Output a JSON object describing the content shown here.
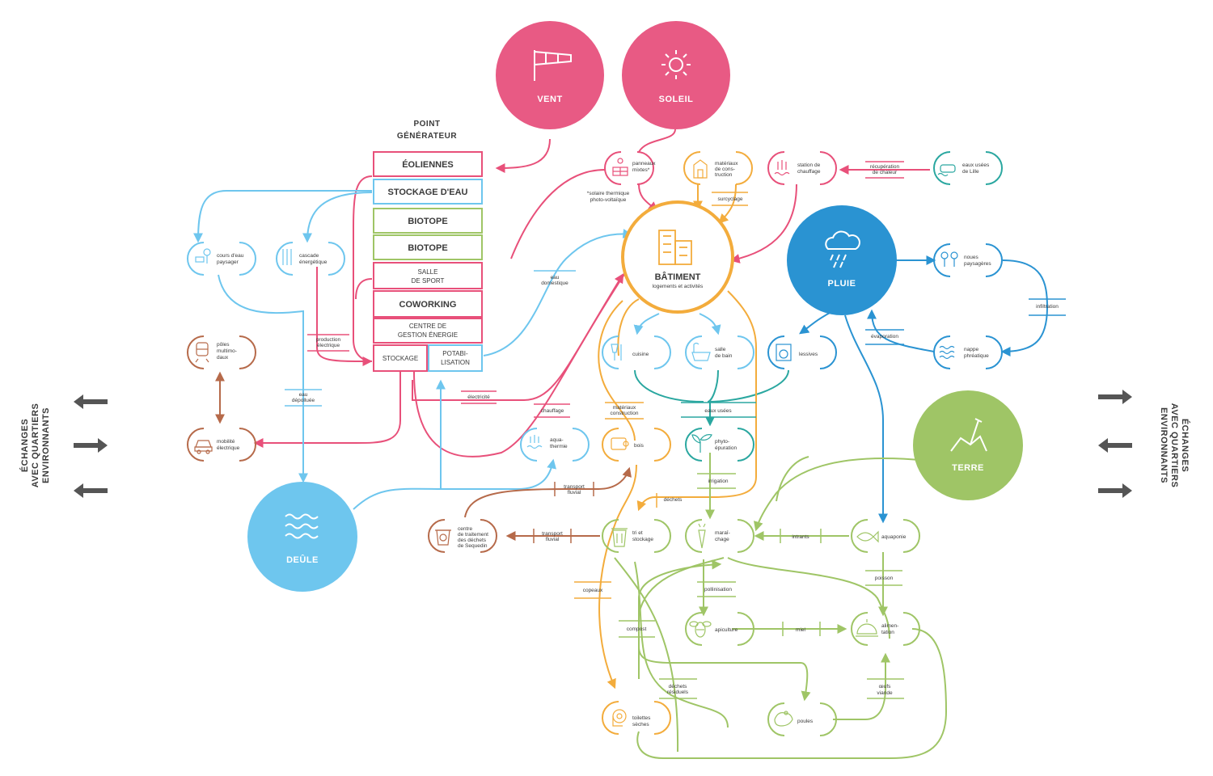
{
  "resources": {
    "vent": "VENT",
    "soleil": "SOLEIL",
    "pluie": "PLUIE",
    "terre": "TERRE",
    "deule": "DEÛLE"
  },
  "point_generateur": {
    "title_1": "POINT",
    "title_2": "GÉNÉRATEUR",
    "boxes": {
      "eoliennes": "ÉOLIENNES",
      "stockage_eau": "STOCKAGE D'EAU",
      "biotope_1": "BIOTOPE",
      "biotope_2": "BIOTOPE",
      "salle_1": "SALLE",
      "salle_2": "DE SPORT",
      "coworking": "COWORKING",
      "centre_1": "CENTRE DE",
      "centre_2": "GESTION ÉNERGIE",
      "stockage": "STOCKAGE",
      "potab_1": "POTABI-",
      "potab_2": "LISATION"
    }
  },
  "batiment": {
    "title": "BÂTIMENT",
    "subtitle": "logements et activités"
  },
  "nodes": {
    "panneaux": [
      "panneaux",
      "mixtes*"
    ],
    "materiaux": [
      "matériaux",
      "de cons-",
      "truction"
    ],
    "station": [
      "station de",
      "chauffage"
    ],
    "eaux_lille": [
      "eaux usées",
      "de Lille"
    ],
    "cours_eau": [
      "cours d'eau",
      "paysager"
    ],
    "cascade": [
      "cascade",
      "énergétique"
    ],
    "poles": [
      "pôles",
      "multimo-",
      "daux"
    ],
    "mobilite": [
      "mobilité",
      "électrique"
    ],
    "noues": [
      "noues",
      "paysagères"
    ],
    "nappe": [
      "nappe",
      "phréatique"
    ],
    "cuisine": [
      "cuisine"
    ],
    "salle_bain": [
      "salle",
      "de bain"
    ],
    "lessives": [
      "lessives"
    ],
    "aquathermie": [
      "aqua-",
      "thermie"
    ],
    "bois": [
      "bois"
    ],
    "phyto": [
      "phyto-",
      "épuration"
    ],
    "centre_traitement": [
      "centre",
      "de traitement",
      "des déchets",
      "de Sequedin"
    ],
    "tri": [
      "tri et",
      "stockage"
    ],
    "maraichage": [
      "maraî-",
      "chage"
    ],
    "aquaponie": [
      "aquaponie"
    ],
    "apiculture": [
      "apiculture"
    ],
    "alimentation": [
      "alimen-",
      "tation"
    ],
    "toilettes": [
      "toilettes",
      "sèches"
    ],
    "poules": [
      "poules"
    ]
  },
  "flows": {
    "solaire_note": [
      "*solaire thermique",
      "photo-voltaïque"
    ],
    "surcyclage": "surcyclage",
    "recuperation": [
      "récupération",
      "de chaleur"
    ],
    "eau_domestique": [
      "eau",
      "domestique"
    ],
    "production": [
      "production",
      "électrique"
    ],
    "eau_depolluee": [
      "eau",
      "dépolluée"
    ],
    "electricite": "électricité",
    "chauffage": "chauffage",
    "materiaux_construction": [
      "matériaux",
      "construction"
    ],
    "eaux_usees": "eaux usées",
    "infiltration": "infiltration",
    "evaporation": "évaporation",
    "irrigation": "irrigation",
    "dechets": "déchets",
    "transport_1": [
      "transport",
      "fluvial"
    ],
    "transport_2": [
      "transport",
      "fluvial"
    ],
    "intrants": "intrants",
    "poisson": "poisson",
    "copeaux": "copeaux",
    "pollinisation": "pollinisation",
    "miel": "miel",
    "compost": "compost",
    "dechets_residuels": [
      "déchets",
      "résiduels"
    ],
    "oeufs": [
      "œufs",
      "viande"
    ]
  },
  "echanges": [
    "ÉCHANGES",
    "AVEC QUARTIERS",
    "ENVIRONNANTS"
  ],
  "colors": {
    "pink": "#e8507a",
    "light_blue": "#6ec6ee",
    "deep_blue": "#2a93d2",
    "orange": "#f3ac3c",
    "green": "#9fc566",
    "brown": "#b66a4a",
    "teal": "#2aa7a0",
    "arrow_grey": "#555555"
  }
}
